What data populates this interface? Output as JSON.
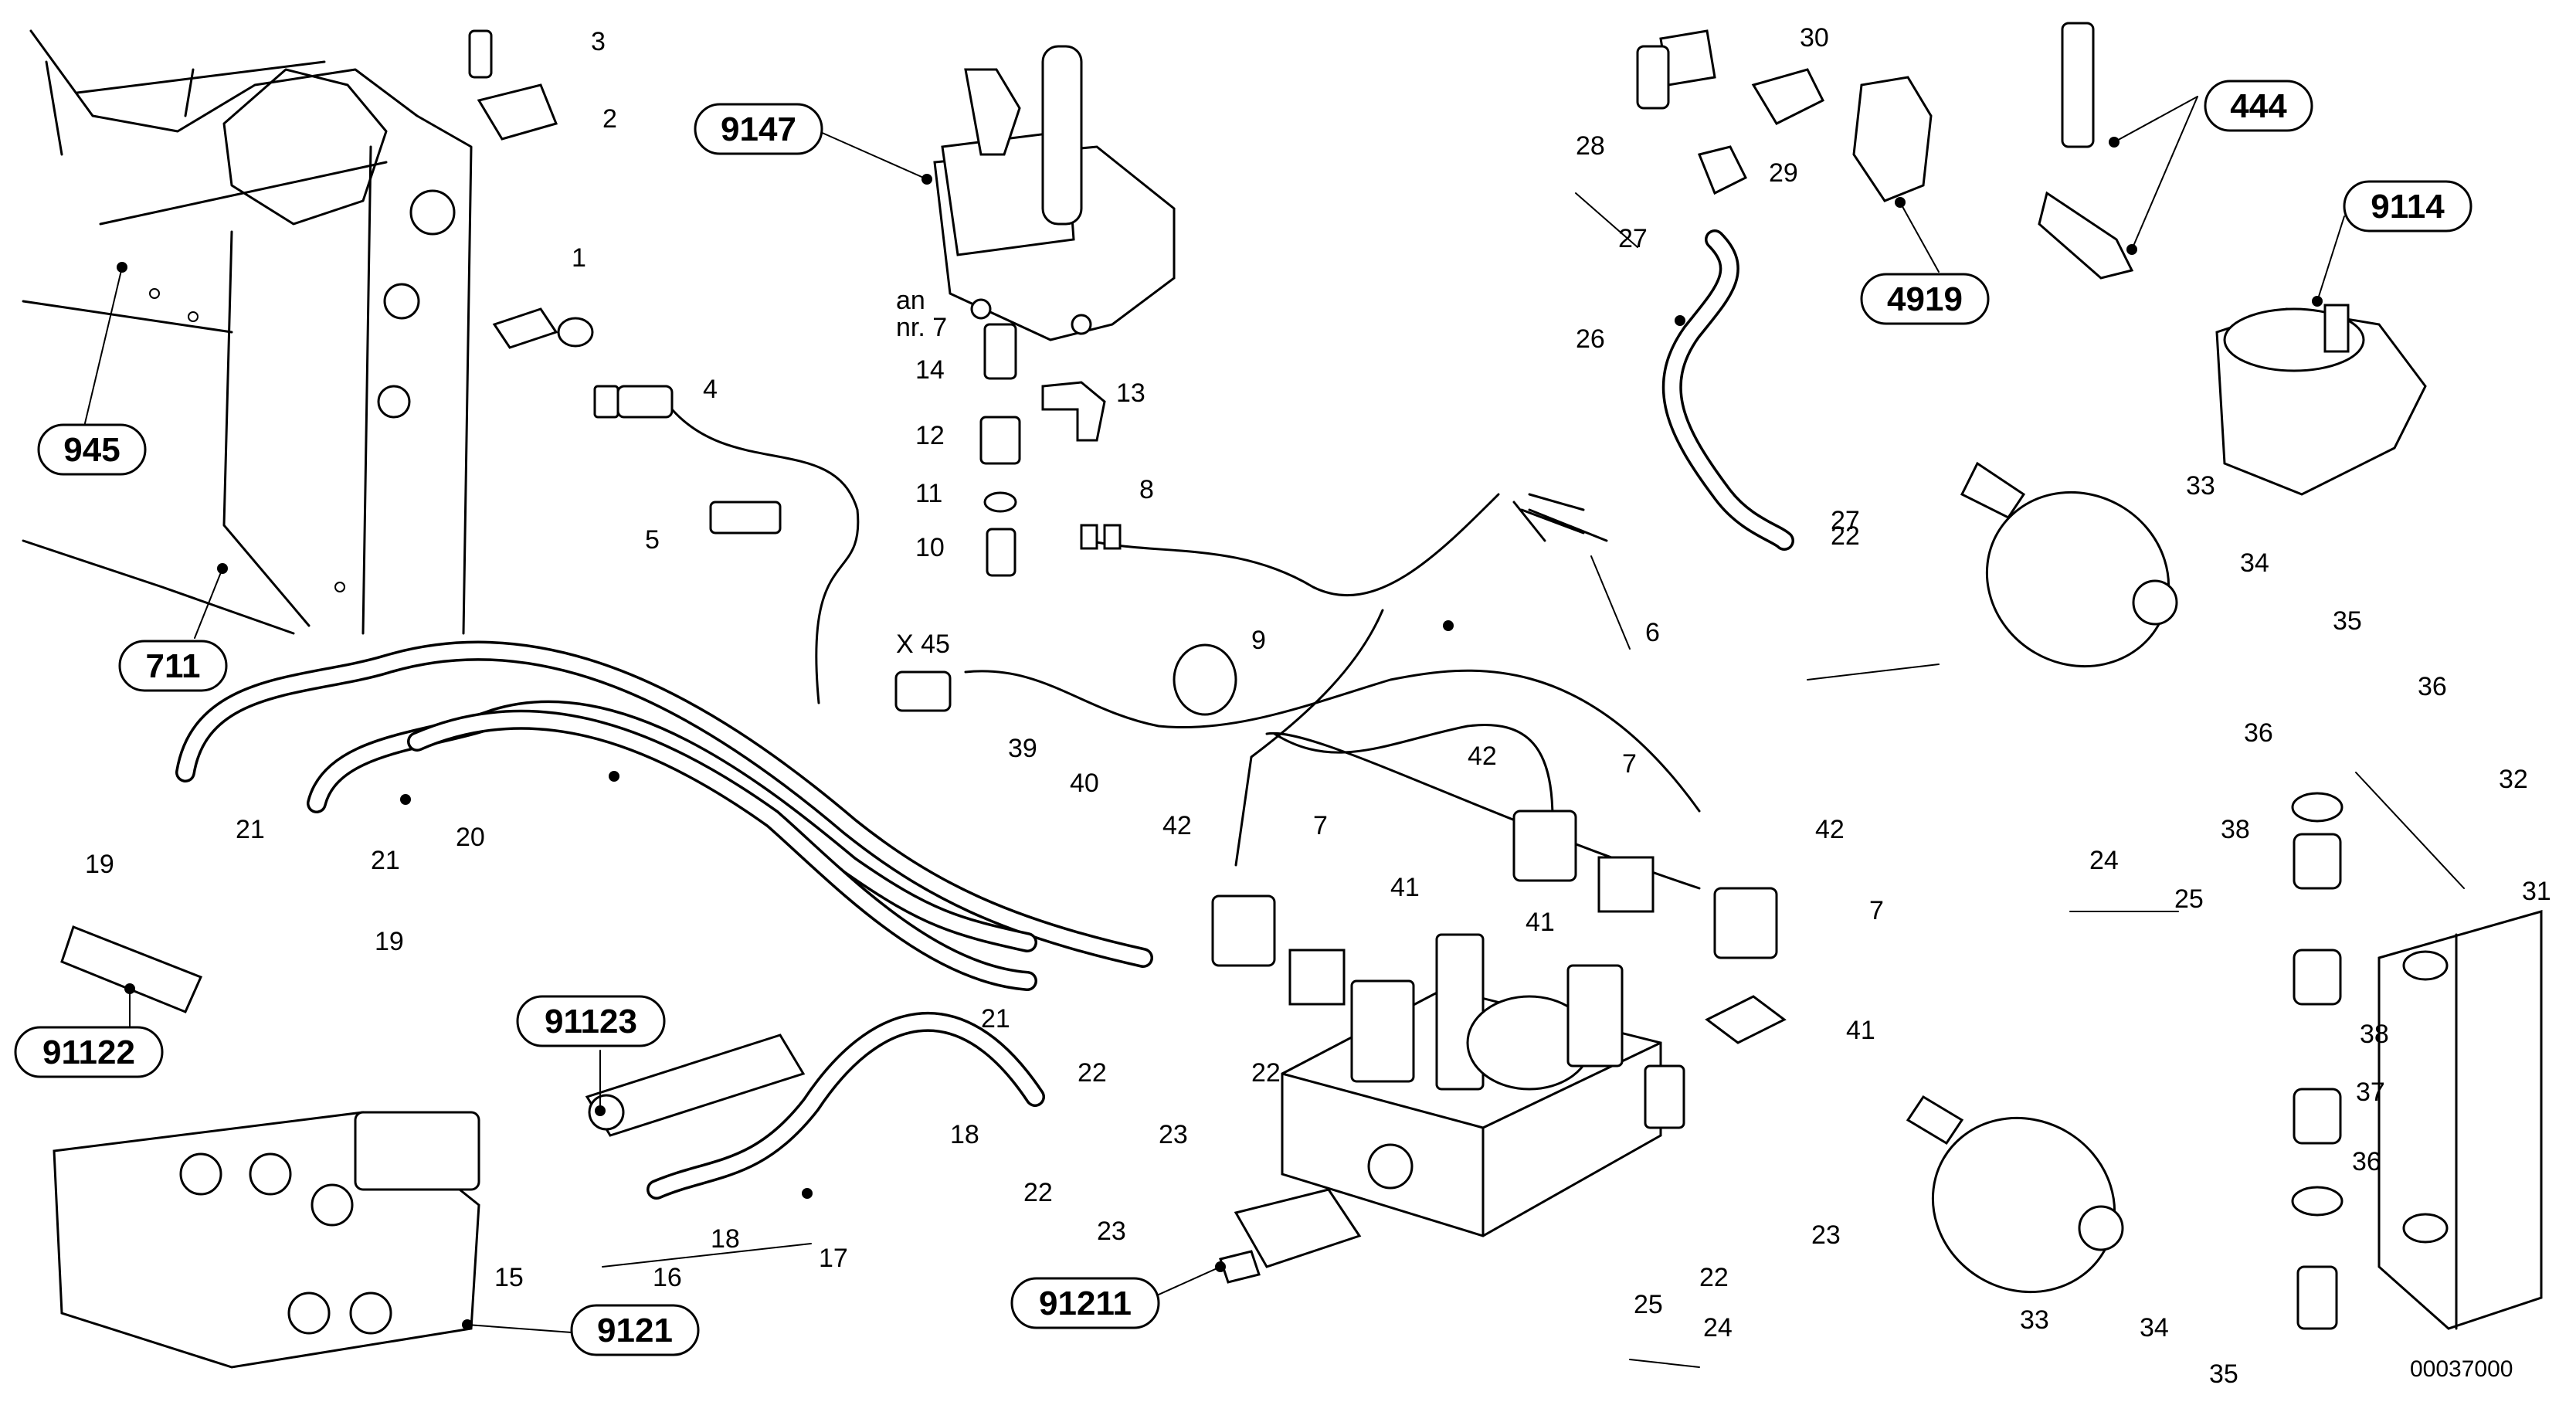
{
  "drawing_code": "00037000",
  "note": {
    "line1": "an",
    "line2": "nr. 7"
  },
  "connector_label": "X 45",
  "badges": [
    {
      "id": "b945",
      "text": "945"
    },
    {
      "id": "b711",
      "text": "711"
    },
    {
      "id": "b9147",
      "text": "9147"
    },
    {
      "id": "b4919",
      "text": "4919"
    },
    {
      "id": "b444",
      "text": "444"
    },
    {
      "id": "b9114",
      "text": "9114"
    },
    {
      "id": "b91122",
      "text": "91122"
    },
    {
      "id": "b91123",
      "text": "91123"
    },
    {
      "id": "b9121",
      "text": "9121"
    },
    {
      "id": "b91211",
      "text": "91211"
    }
  ],
  "callouts": [
    "1",
    "2",
    "3",
    "4",
    "5",
    "6",
    "7",
    "8",
    "9",
    "10",
    "11",
    "12",
    "13",
    "14",
    "15",
    "16",
    "17",
    "18",
    "19",
    "20",
    "21",
    "22",
    "23",
    "24",
    "25",
    "26",
    "27",
    "28",
    "29",
    "30",
    "31",
    "32",
    "33",
    "34",
    "35",
    "36",
    "37",
    "38",
    "39",
    "40",
    "41",
    "42"
  ]
}
